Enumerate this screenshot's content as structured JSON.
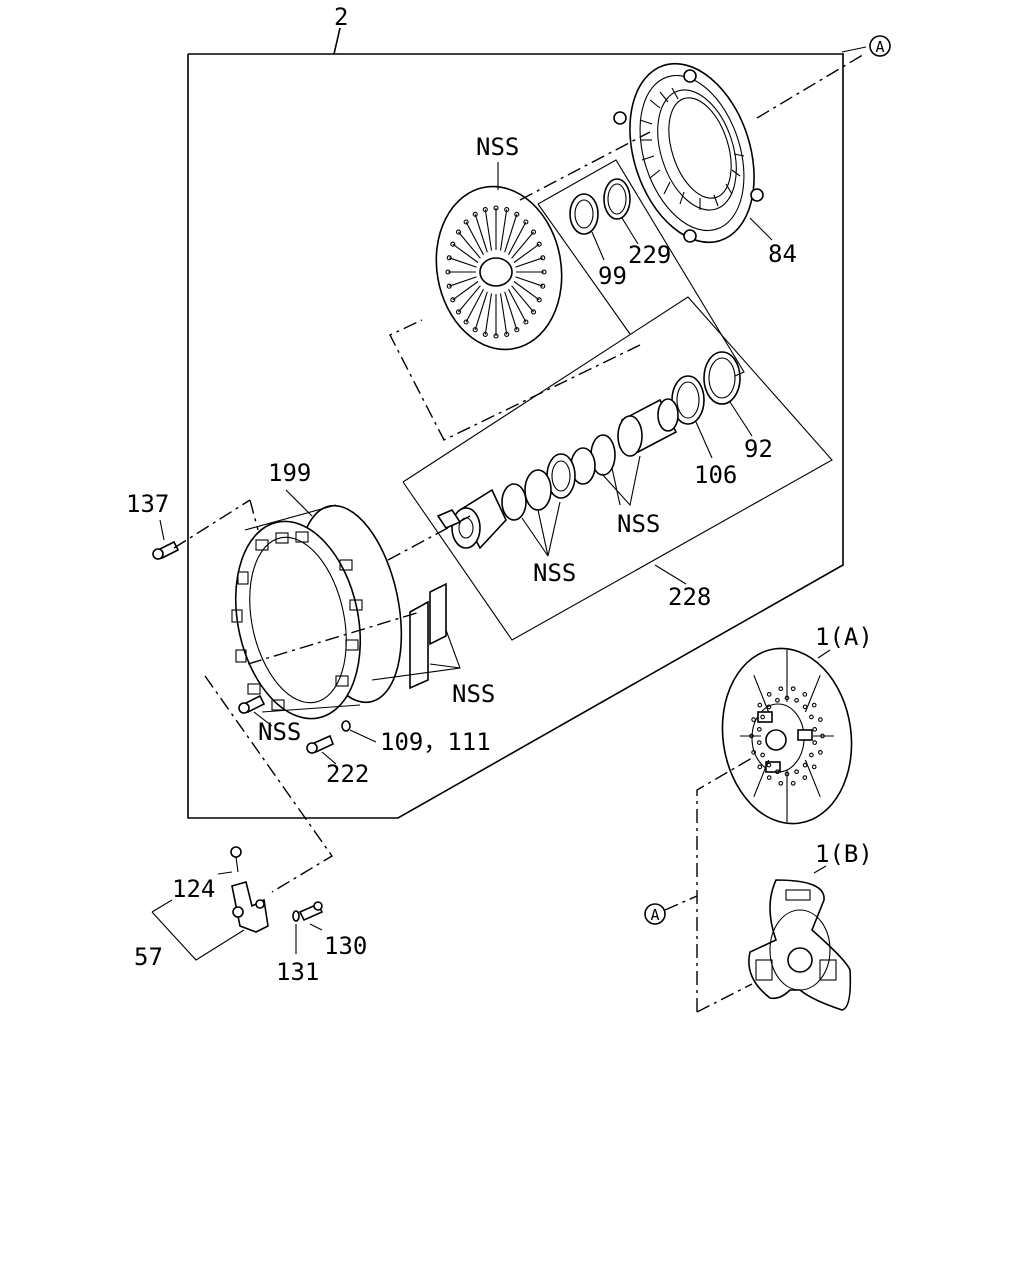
{
  "labels": {
    "assembly": "2",
    "ref_a_top": "A",
    "ref_a_left": "A",
    "nss_plate": "NSS",
    "p84": "84",
    "p99": "99",
    "p229": "229",
    "p92": "92",
    "p106": "106",
    "nss_bearing_right": "NSS",
    "nss_bearing_left": "NSS",
    "p228": "228",
    "p199": "199",
    "p137": "137",
    "nss_housing": "NSS",
    "nss_bolt": "NSS",
    "p109_111": "109，111",
    "p222": "222",
    "p1a": "1(A)",
    "p1b": "1(B)",
    "p124": "124",
    "p57": "57",
    "p130": "130",
    "p131": "131"
  }
}
